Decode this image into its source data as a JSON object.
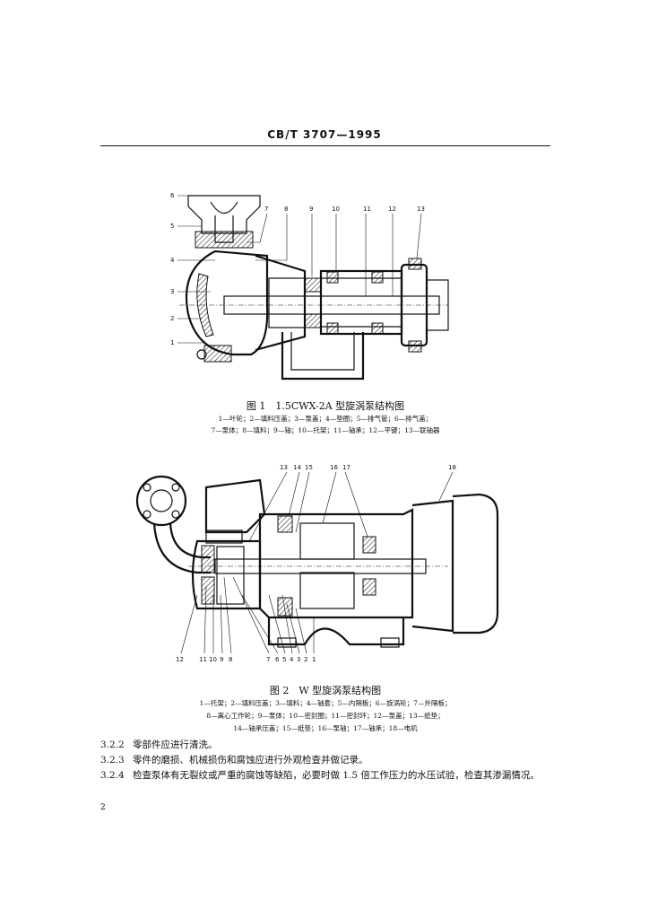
{
  "header": {
    "standard": "CB/T 3707—1995"
  },
  "figure1": {
    "caption": "图 1　1.5CWX-2A 型旋涡泵结构图",
    "legend_lines": [
      "1—叶轮；2—填料压盖；3—泵盖；4—垫圈；5—排气管；6—排气盖；",
      "7—泵体；8—填料；9—轴；10—托架；11—轴承；12—平键；13—联轴器"
    ],
    "callouts": [
      "6",
      "5",
      "4",
      "3",
      "2",
      "1",
      "7",
      "8",
      "9",
      "10",
      "11",
      "12",
      "13"
    ]
  },
  "figure2": {
    "caption": "图 2　W 型旋涡泵结构图",
    "legend_lines": [
      "1—托架；2—填料压盖；3—填料；4—轴套；5—内隔板；6—旋涡轮；7—外隔板；",
      "8—离心工作轮；9—泵体；10—密封圈；11—密封环；12—泵盖；13—纸垫；",
      "14—轴承压盖；15—纸垫；16—泵轴；17—轴承；18—电机"
    ],
    "callouts_top": [
      "13",
      "14",
      "15",
      "16",
      "17",
      "18"
    ],
    "callouts_bottom": [
      "12",
      "11",
      "10",
      "9",
      "8",
      "7",
      "6",
      "5",
      "4",
      "3",
      "2",
      "1"
    ]
  },
  "paragraphs": [
    {
      "number": "3.2.2",
      "text": "零部件应进行清洗。"
    },
    {
      "number": "3.2.3",
      "text": "零件的磨损、机械损伤和腐蚀应进行外观检查并做记录。"
    },
    {
      "number": "3.2.4",
      "text": "检查泵体有无裂纹或严重的腐蚀等缺陷，必要时做 1.5 倍工作压力的水压试验，检查其渗漏情况。"
    }
  ],
  "page_number": "2"
}
